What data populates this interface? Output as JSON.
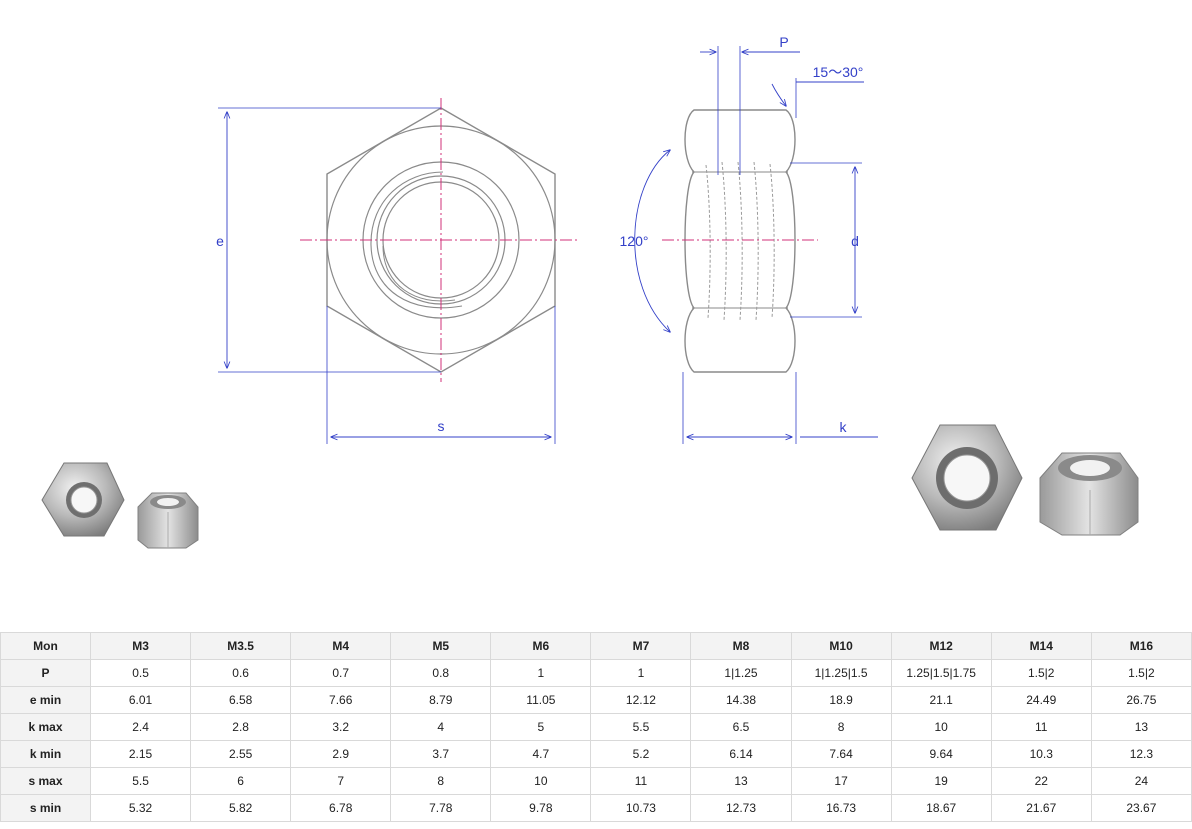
{
  "labels": {
    "e": "e",
    "s": "s",
    "p": "P",
    "angle": "15～30°",
    "cone": "120°",
    "d": "d",
    "k": "k"
  },
  "colors": {
    "outline": "#8a8a8a",
    "dimension": "#3340c8",
    "centerline": "#d0307a",
    "table_border": "#d9d9d9",
    "header_bg": "#f3f3f3"
  },
  "table": {
    "corner": "Mon",
    "columns": [
      "M3",
      "M3.5",
      "M4",
      "M5",
      "M6",
      "M7",
      "M8",
      "M10",
      "M12",
      "M14",
      "M16"
    ],
    "rows": [
      {
        "label": "P",
        "values": [
          "0.5",
          "0.6",
          "0.7",
          "0.8",
          "1",
          "1",
          "1|1.25",
          "1|1.25|1.5",
          "1.25|1.5|1.75",
          "1.5|2",
          "1.5|2"
        ]
      },
      {
        "label": "e min",
        "values": [
          "6.01",
          "6.58",
          "7.66",
          "8.79",
          "11.05",
          "12.12",
          "14.38",
          "18.9",
          "21.1",
          "24.49",
          "26.75"
        ]
      },
      {
        "label": "k max",
        "values": [
          "2.4",
          "2.8",
          "3.2",
          "4",
          "5",
          "5.5",
          "6.5",
          "8",
          "10",
          "11",
          "13"
        ]
      },
      {
        "label": "k min",
        "values": [
          "2.15",
          "2.55",
          "2.9",
          "3.7",
          "4.7",
          "5.2",
          "6.14",
          "7.64",
          "9.64",
          "10.3",
          "12.3"
        ]
      },
      {
        "label": "s max",
        "values": [
          "5.5",
          "6",
          "7",
          "8",
          "10",
          "11",
          "13",
          "17",
          "19",
          "22",
          "24"
        ]
      },
      {
        "label": "s min",
        "values": [
          "5.32",
          "5.82",
          "6.78",
          "7.78",
          "9.78",
          "10.73",
          "12.73",
          "16.73",
          "18.67",
          "21.67",
          "23.67"
        ]
      }
    ]
  }
}
